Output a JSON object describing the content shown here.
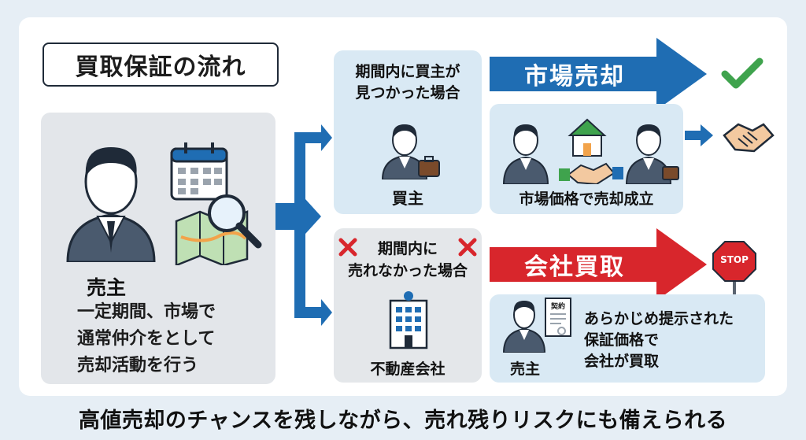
{
  "title": "買取保証の流れ",
  "seller": {
    "label": "売主",
    "description": [
      "一定期間、市場で",
      "通常仲介をとして",
      "売却活動を行う"
    ]
  },
  "found_case": {
    "heading": [
      "期間内に買主が",
      "見つかった場合"
    ],
    "buyer_label": "買主",
    "banner": "市場売却",
    "result": "市場価格で売却成立"
  },
  "not_found_case": {
    "heading": [
      "期間内に",
      "売れなかった場合"
    ],
    "company_label": "不動産会社",
    "banner": "会社買取",
    "seller_label": "売主",
    "document_label": "契約",
    "result": [
      "あらかじめ提示された",
      "保証価格で",
      "会社が買取"
    ],
    "stop_sign": "STOP"
  },
  "footer": "高値売却のチャンスを残しながら、売れ残りリスクにも備えられる",
  "colors": {
    "blue": "#1f6db3",
    "red": "#d8262c",
    "check": "#3fa34d",
    "navy": "#1f2a38"
  }
}
